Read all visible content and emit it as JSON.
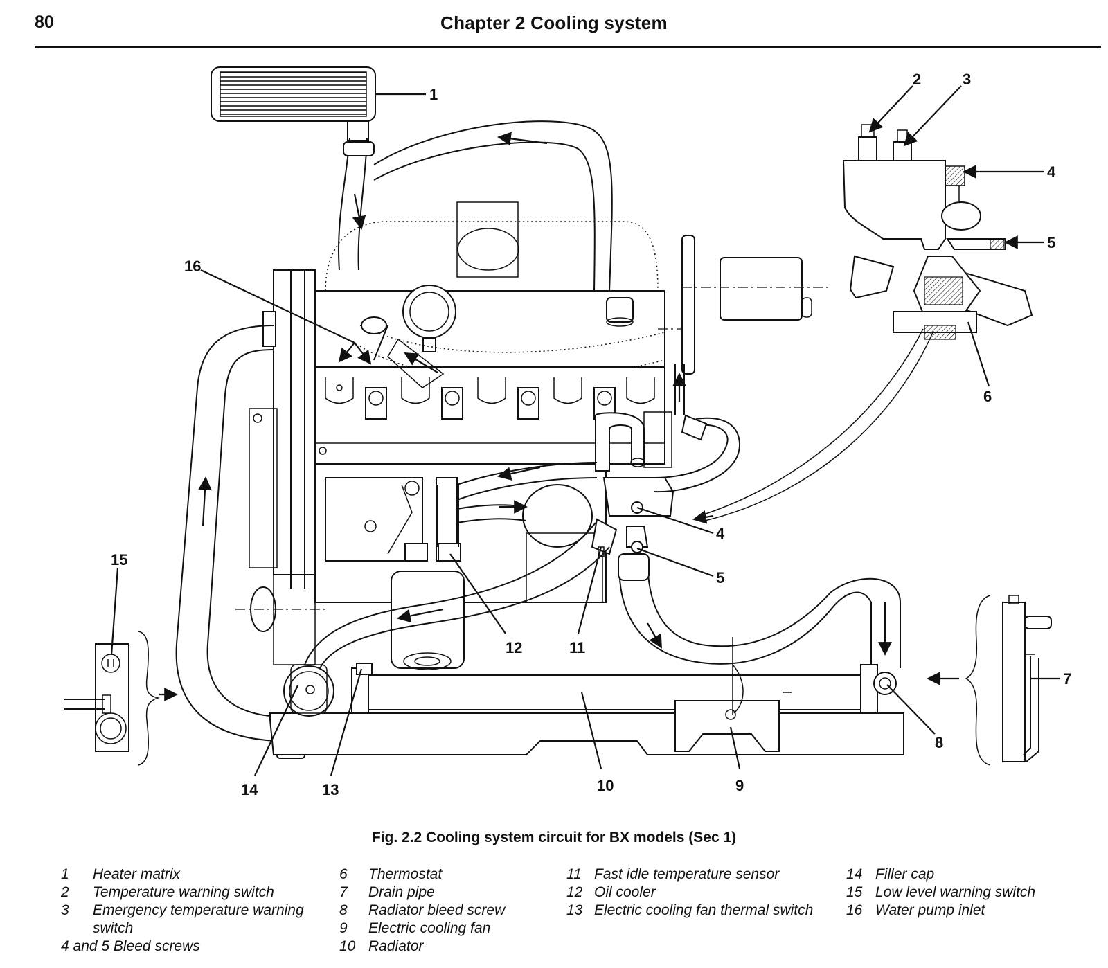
{
  "header": {
    "page_number": "80",
    "chapter_title": "Chapter 2  Cooling system"
  },
  "figure": {
    "caption": "Fig. 2.2 Cooling system circuit for BX models (Sec 1)",
    "callouts": [
      "1",
      "2",
      "3",
      "4",
      "5",
      "6",
      "16",
      "4",
      "5",
      "11",
      "12",
      "15",
      "7",
      "8",
      "14",
      "13",
      "10",
      "9"
    ]
  },
  "legend": {
    "columns": [
      [
        {
          "num": "1",
          "text": "Heater matrix"
        },
        {
          "num": "2",
          "text": "Temperature warning switch"
        },
        {
          "num": "3",
          "text": "Emergency temperature warning switch"
        },
        {
          "num": "",
          "text": "4 and 5  Bleed screws"
        }
      ],
      [
        {
          "num": "6",
          "text": "Thermostat"
        },
        {
          "num": "7",
          "text": "Drain pipe"
        },
        {
          "num": "8",
          "text": "Radiator bleed screw"
        },
        {
          "num": "9",
          "text": "Electric cooling fan"
        },
        {
          "num": "10",
          "text": "Radiator"
        }
      ],
      [
        {
          "num": "11",
          "text": "Fast idle temperature sensor"
        },
        {
          "num": "12",
          "text": "Oil cooler"
        },
        {
          "num": "13",
          "text": "Electric cooling fan thermal switch"
        }
      ],
      [
        {
          "num": "14",
          "text": "Filler cap"
        },
        {
          "num": "15",
          "text": "Low level warning switch"
        },
        {
          "num": "16",
          "text": "Water pump inlet"
        }
      ]
    ]
  }
}
